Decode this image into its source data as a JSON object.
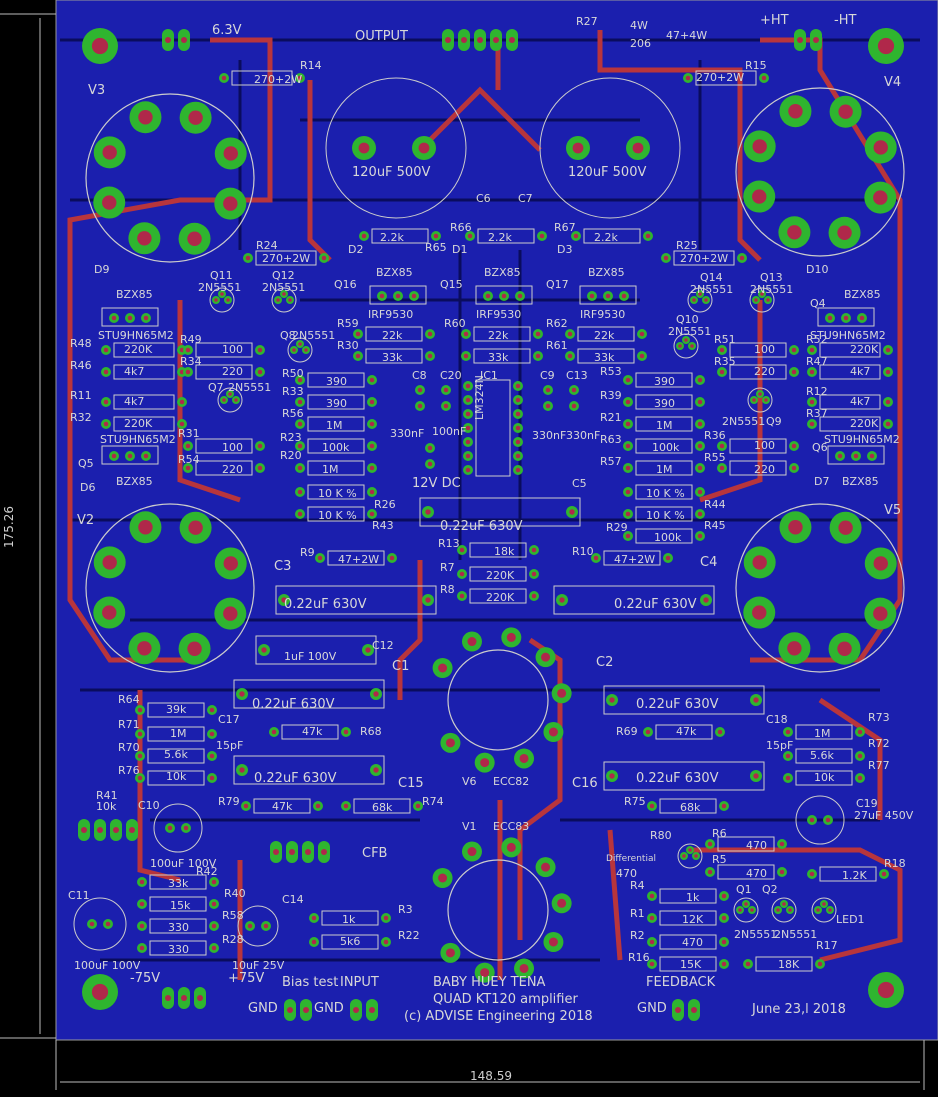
{
  "board": {
    "title_lines": [
      "BABY HUEY TENA",
      "QUAD KT120 amplifier",
      "(c) ADVISE Engineering 2018"
    ],
    "date": "June 23,l 2018",
    "dim_width": "148.59",
    "dim_height": "175.26"
  },
  "tubes": {
    "V1": "V1",
    "V2": "V2",
    "V3": "V3",
    "V4": "V4",
    "V5": "V5",
    "V6": "V6",
    "ecc82": "ECC82",
    "ecc83": "ECC83"
  },
  "connectors": {
    "heater": "6.3V",
    "output": "OUTPUT",
    "plus_ht": "+HT",
    "minus_ht": "-HT",
    "cfb": "CFB",
    "minus75": "-75V",
    "plus75": "+75V",
    "bias_test": "Bias test",
    "input": "INPUT",
    "feedback": "FEEDBACK",
    "gnd": "GND",
    "v12dc": "12V DC"
  },
  "parts": {
    "C6": "C6",
    "C7": "C7",
    "cap_main": "120uF 500V",
    "R27": "R27",
    "r27_val": "4W",
    "r27_val2": "206",
    "r27_47": "47+4W",
    "R14": "R14",
    "R15": "R15",
    "r_270": "270+2W",
    "R24": "R24",
    "R25": "R25",
    "R66": "R66",
    "R67": "R67",
    "R65": "R65",
    "D1": "D1",
    "D2": "D2",
    "D3": "D3",
    "D9": "D9",
    "D10": "D10",
    "D6": "D6",
    "D7": "D7",
    "bzx85": "BZX85",
    "Q15": "Q15",
    "Q16": "Q16",
    "Q17": "Q17",
    "irf9530": "IRF9530",
    "Q11": "Q11",
    "Q12": "Q12",
    "Q13": "Q13",
    "Q14": "Q14",
    "Q10": "Q10",
    "Q8": "Q8",
    "Q7": "Q7",
    "Q9": "Q9",
    "n5551": "2N5551",
    "Q4": "Q4",
    "Q5": "Q5",
    "Q6": "Q6",
    "stu": "STU9HN65M2",
    "R48": "R48",
    "R46": "R46",
    "R11": "R11",
    "R32": "R32",
    "R31": "R31",
    "R49": "R49",
    "R34": "R34",
    "R54": "R54",
    "r_220k": "220K",
    "r_4k7": "4k7",
    "r_100": "100",
    "r_220": "220",
    "R59": "R59",
    "R30": "R30",
    "R60": "R60",
    "R62": "R62",
    "R61": "R61",
    "r_2k": "2.2k",
    "r_22k": "22k",
    "r_33k": "33k",
    "R50": "R50",
    "R33": "R33",
    "R56": "R56",
    "R23": "R23",
    "R20": "R20",
    "R26": "R26",
    "R43": "R43",
    "r_390": "390",
    "r_1m": "1M",
    "r_100k": "100k",
    "r_10pc": "10 K %",
    "C8": "C8",
    "C20": "C20",
    "C9": "C9",
    "C13": "C13",
    "IC1": "IC1",
    "lm324": "LM324N",
    "c_330n": "330nF",
    "c_100n": "100nF",
    "R53": "R53",
    "R39": "R39",
    "R21": "R21",
    "R63": "R63",
    "R57": "R57",
    "R44": "R44",
    "R45": "R45",
    "R29": "R29",
    "R51": "R51",
    "R35": "R35",
    "R52": "R52",
    "R47": "R47",
    "R12": "R12",
    "R37": "R37",
    "R36": "R36",
    "R55": "R55",
    "C5": "C5",
    "c_022": "0.22uF 630V",
    "R9": "R9",
    "R10": "R10",
    "R13": "R13",
    "R7": "R7",
    "R8": "R8",
    "r_47w": "47+2W",
    "r_18k": "18k",
    "r_220k2": "220K",
    "C3": "C3",
    "C4": "C4",
    "C12": "C12",
    "c_1u": "1uF 100V",
    "C1": "C1",
    "C2": "C2",
    "C15": "C15",
    "C16": "C16",
    "C17": "C17",
    "C18": "C18",
    "c_15p": "15pF",
    "R64": "R64",
    "R71": "R71",
    "R70": "R70",
    "R76": "R76",
    "R68": "R68",
    "R69": "R69",
    "R79": "R79",
    "R74": "R74",
    "R75": "R75",
    "R73": "R73",
    "R72": "R72",
    "R77": "R77",
    "r_39k": "39k",
    "r_5k6": "5.6k",
    "r_10k": "10k",
    "r_47k": "47k",
    "r_68k": "68k",
    "R41": "R41",
    "C10": "C10",
    "c_100u": "100uF 100V",
    "R42": "R42",
    "R40": "R40",
    "R58": "R58",
    "R28": "R28",
    "C11": "C11",
    "C14": "C14",
    "c_10u": "10uF 25V",
    "r_33k2": "33k",
    "r_15k": "15k",
    "r_330": "330",
    "R3": "R3",
    "R22": "R22",
    "r_1k": "1k",
    "r_5k6b": "5k6",
    "C19": "C19",
    "c_27u": "27uF 450V",
    "R80": "R80",
    "R6": "R6",
    "R5": "R5",
    "R4": "R4",
    "R1": "R1",
    "R2": "R2",
    "R16": "R16",
    "R17": "R17",
    "R18": "R18",
    "differential": "Differential",
    "r_470": "470",
    "r_1k2": "1.2K",
    "r_12k": "12K",
    "r_15k2": "15K",
    "r_18k2": "18K",
    "Q1": "Q1",
    "Q2": "Q2",
    "LED1": "LED1"
  },
  "colors": {
    "board": "#1b1fae",
    "pad": "#2fb52f",
    "pad_red": "#b0284a",
    "trace_red": "#b8353c",
    "trace_dark": "#0f1066",
    "silk": "#d8d8d8"
  }
}
